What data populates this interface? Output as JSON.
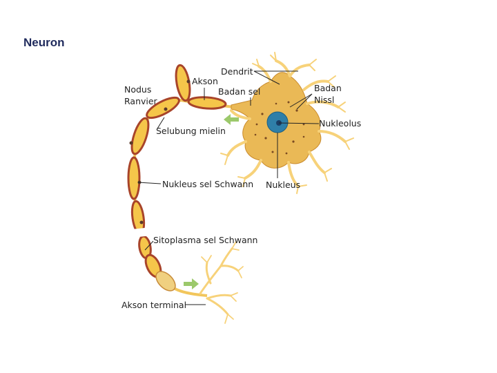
{
  "slide": {
    "title": "Neuron"
  },
  "labels": {
    "dendrit": "Dendrit",
    "akson": "Akson",
    "badan_sel": "Badan sel",
    "badan_nissl_1": "Badan",
    "badan_nissl_2": "Nissl",
    "nodus_1": "Nodus",
    "nodus_2": "Ranvier",
    "selubung": "Selubung mielin",
    "nukleolus": "Nukleolus",
    "nukleus_schwann": "Nukleus sel Schwann",
    "nukleus": "Nukleus",
    "sitoplasma": "Sitoplasma sel Schwann",
    "akson_terminal": "Akson terminal"
  },
  "colors": {
    "myelin_fill": "#f5c64a",
    "myelin_edge": "#a8442a",
    "neuron_fill": "#f7d27a",
    "soma_fill": "#e9b24d",
    "nucleus_fill": "#2f7fa8",
    "arrow": "#9cc96b",
    "title": "#1f2a5c"
  }
}
